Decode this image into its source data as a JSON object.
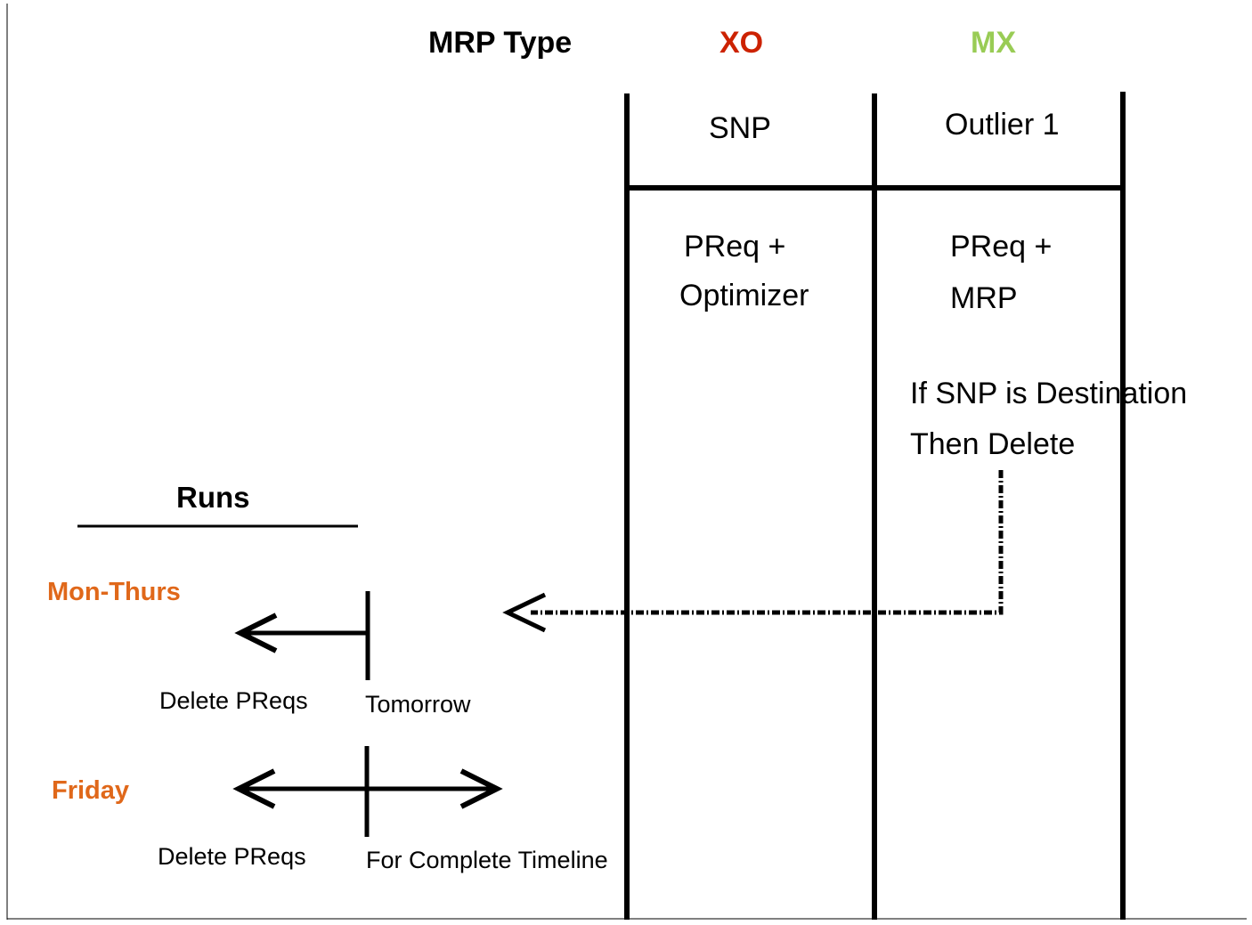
{
  "header": {
    "mrp_type": "MRP Type",
    "xo": "XO",
    "mx": "MX"
  },
  "columns": {
    "xo_planner": "SNP",
    "mx_planner": "Outlier 1",
    "xo_action_line1": "PReq +",
    "xo_action_line2": "Optimizer",
    "mx_action_line1": "PReq +",
    "mx_action_line2": "MRP"
  },
  "note": {
    "line1": "If SNP is Destination",
    "line2": "Then Delete"
  },
  "runs": {
    "title": "Runs",
    "mon_thurs": {
      "label": "Mon-Thurs",
      "left": "Delete PReqs",
      "right": "Tomorrow"
    },
    "friday": {
      "label": "Friday",
      "left": "Delete PReqs",
      "right": "For Complete Timeline"
    }
  },
  "colors": {
    "xo": "#cc2200",
    "mx": "#99cc55",
    "day_label": "#e0681a",
    "line": "#000000"
  }
}
